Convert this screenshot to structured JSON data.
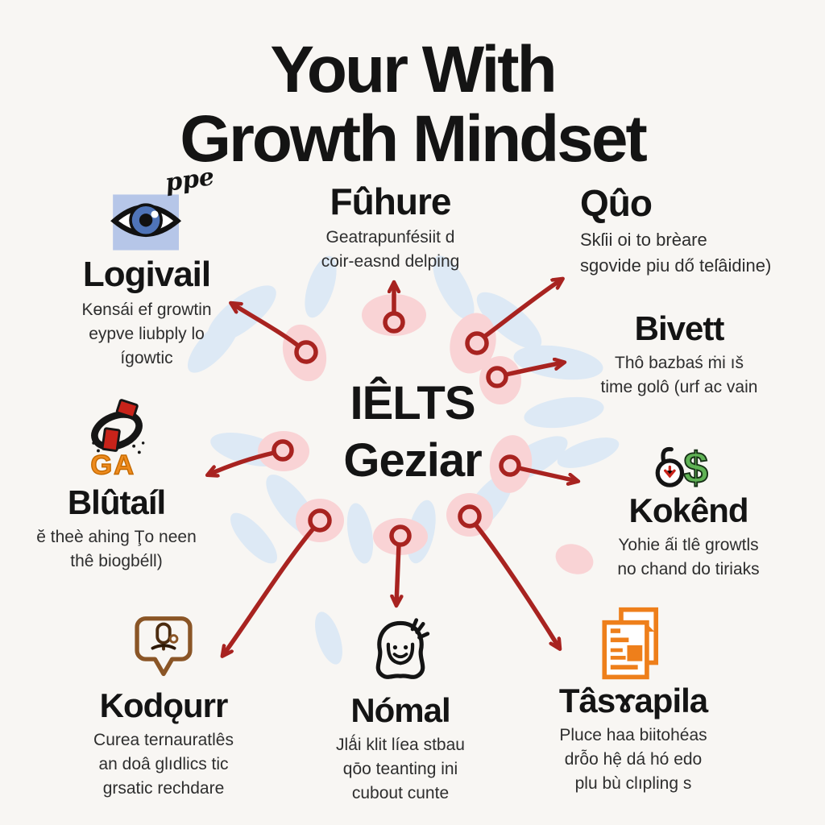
{
  "title": {
    "line1": "Your With",
    "line2": "Growth Mindset"
  },
  "center": {
    "line1": "IÊLTS",
    "line2": "Geziar"
  },
  "nodes": {
    "logivail": {
      "icon": "eye-icon",
      "script": "ppe",
      "heading": "Logivail",
      "body": "Kɵnsái ef growtin\neypve liubply lo\nígowtic"
    },
    "fuhure": {
      "heading": "Fûhure",
      "body": "Geatrapunfésiit d\ncoir-easnd delping"
    },
    "quo": {
      "heading": "Qûo",
      "body": "Skſii oi to brèare\nsgovide piu dő teſâidine)"
    },
    "bivett": {
      "heading": "Bivett",
      "body": "Thô bazbaś ṁi ıš\ntime golô (urf ac vain"
    },
    "kokend": {
      "icon": "lock-dollar-icon",
      "dollar_glyph": "$",
      "heading": "Kokênd",
      "body": "Yohie ấi tlê growtls\nno chand do tiriaks"
    },
    "blutail": {
      "icon": "carabiner-tools-icon",
      "icon_letters": "GA",
      "heading": "Blûtaíl",
      "body": "ĕ theè ahing Ţo neen\nthê biogbéll)"
    },
    "kodqurr": {
      "icon": "speech-bubble-mic-icon",
      "heading": "Kodǫurr",
      "body": "Curea ternauratlês\nan doâ glıdlics tic\ngrsatic rechdare"
    },
    "nomal": {
      "icon": "person-face-icon",
      "heading": "Nómal",
      "body": "Jlǻi klit líea stbau\nqōo teanting ini\ncubout cunte"
    },
    "tasapila": {
      "icon": "documents-icon",
      "heading": "Tâsɤapila",
      "body": "Pluce haa biitohéas\ndrỗo hệ dá hó edo\nplu bù clıpling s"
    }
  },
  "colors": {
    "background": "#f8f6f3",
    "heading_text": "#141414",
    "body_text": "#2e2e2e",
    "arrow_red": "#a82320",
    "blob_pink": "#f9d3d5",
    "petal_blue": "#dde9f5",
    "accent_orange": "#ee7f1b",
    "accent_green": "#5fb254",
    "accent_brown": "#8a5526",
    "tool_red": "#c8231a",
    "eye_iris_blue": "#4f74b8",
    "eye_square_blue": "#b6c6e8"
  }
}
